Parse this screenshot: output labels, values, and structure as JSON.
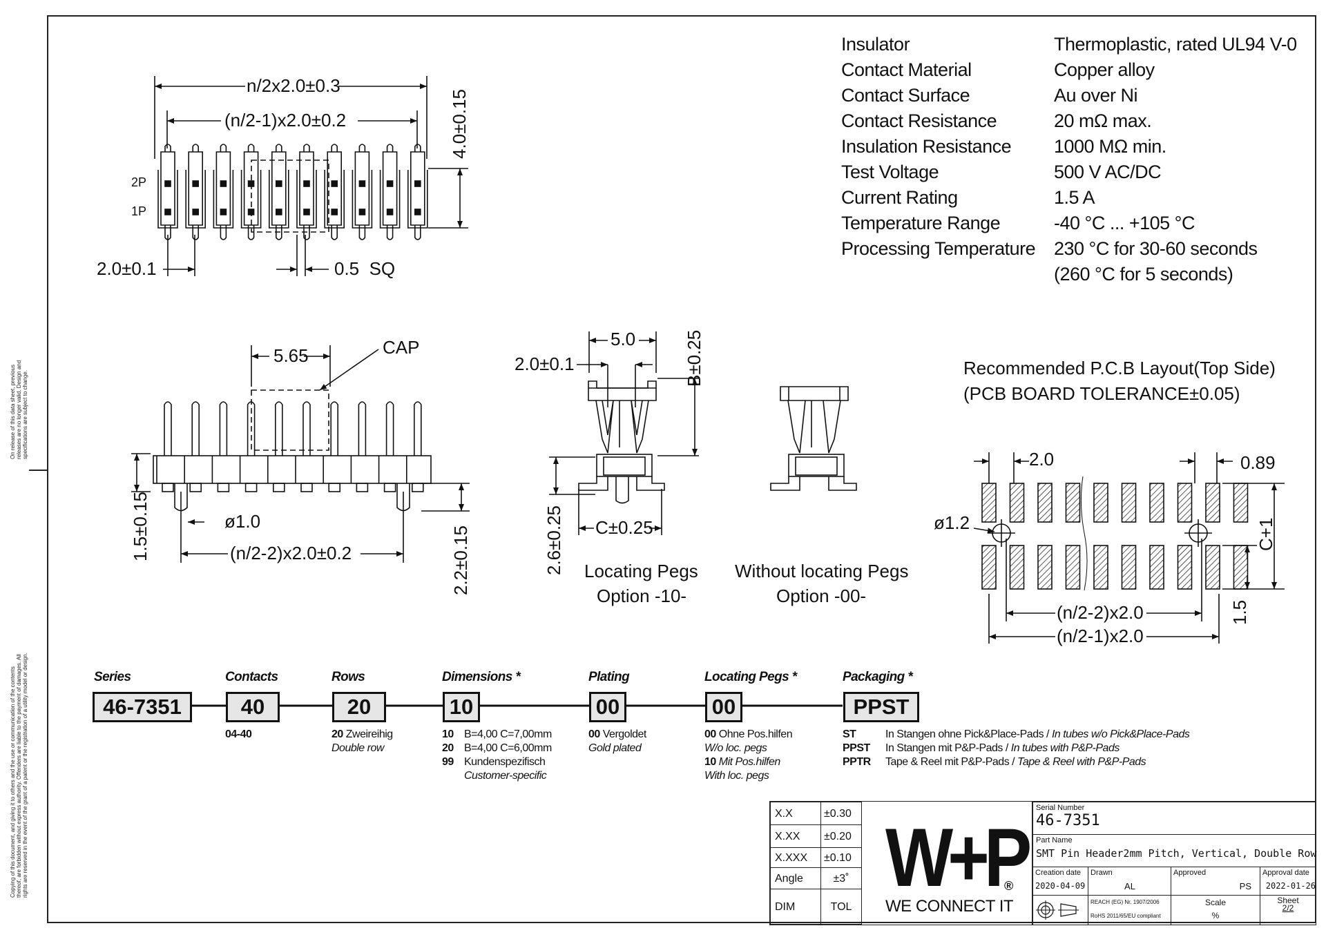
{
  "side_notes": {
    "release": "On release of this data sheet, previous releases are no longer valid. Design and specifications are subject to change.",
    "copyright": "Copying of this document, and giving it to others and the use or communication of the contents thereof, are forbidden without express authority. Offenders are liable to the payment of damages. All rights are reserved in the event of the grant of a patent or the registration of a utility model or design."
  },
  "specs": [
    {
      "key": "Insulator",
      "value": "Thermoplastic, rated UL94 V-0"
    },
    {
      "key": "Contact Material",
      "value": "Copper alloy"
    },
    {
      "key": "Contact Surface",
      "value": "Au over Ni"
    },
    {
      "key": "Contact Resistance",
      "value": "20 mΩ max."
    },
    {
      "key": "Insulation Resistance",
      "value": "1000 MΩ min."
    },
    {
      "key": "Test Voltage",
      "value": "500 V AC/DC"
    },
    {
      "key": "Current Rating",
      "value": "1.5 A"
    },
    {
      "key": "Temperature Range",
      "value": "-40 °C ... +105 °C"
    },
    {
      "key": "Processing Temperature",
      "value": "230 °C for 30-60 seconds"
    },
    {
      "key": "",
      "value": "(260 °C for 5 seconds)"
    }
  ],
  "dims": {
    "top_total": "n/2x2.0±0.3",
    "top_pitch": "(n/2-1)x2.0±0.2",
    "top_height": "4.0±0.15",
    "row2": "2P",
    "row1": "1P",
    "pitch": "2.0±0.1",
    "sq": "0.5  SQ",
    "cap_width": "5.65",
    "cap": "CAP",
    "peg_height": "1.5±0.15",
    "peg_dia": "ø1.0",
    "peg_pitch": "(n/2-2)x2.0±0.2",
    "pin_height": "2.2±0.15",
    "side_width": "5.0",
    "side_pitch": "2.0±0.1",
    "side_b": "B±0.25",
    "side_c": "C±0.25",
    "side_h": "2.6±0.25",
    "opt10_line1": "Locating Pegs",
    "opt10_line2": "Option -10-",
    "opt00_line1": "Without locating Pegs",
    "opt00_line2": "Option -00-",
    "pcb_title1": "Recommended P.C.B Layout(Top Side)",
    "pcb_title2": "(PCB BOARD TOLERANCE±0.05)",
    "pcb_pitch": "2.0",
    "pcb_pad": "0.89",
    "pcb_hole": "ø1.2",
    "pcb_c": "C+1",
    "pcb_15": "1.5",
    "pcb_n2": "(n/2-2)x2.0",
    "pcb_n1": "(n/2-1)x2.0"
  },
  "ordering": {
    "series": {
      "title": "Series",
      "code": "46-7351"
    },
    "contacts": {
      "title": "Contacts",
      "code": "40",
      "opt": "04-40"
    },
    "rows": {
      "title": "Rows",
      "code": "20",
      "opt_code": "20",
      "opt_de": "Zweireihig",
      "opt_en": "Double row"
    },
    "dimensions": {
      "title": "Dimensions *",
      "code": "10",
      "o1c": "10",
      "o1": "B=4,00 C=7,00mm",
      "o2c": "20",
      "o2": "B=4,00 C=6,00mm",
      "o3c": "99",
      "o3": "Kundenspezifisch",
      "o3en": "Customer-specific"
    },
    "plating": {
      "title": "Plating",
      "code": "00",
      "opt_code": "00",
      "opt_de": "Vergoldet",
      "opt_en": "Gold plated"
    },
    "pegs": {
      "title": "Locating Pegs *",
      "code": "00",
      "o1c": "00",
      "o1": "Ohne Pos.hilfen",
      "o1en": "W/o loc. pegs",
      "o2c": "10",
      "o2": "Mit Pos.hilfen",
      "o2en": "With loc. pegs"
    },
    "packaging": {
      "title": "Packaging *",
      "code": "PPST",
      "o1c": "ST",
      "o1": "In Stangen ohne Pick&Place-Pads / ",
      "o1en": "In tubes w/o Pick&Place-Pads",
      "o2c": "PPST",
      "o2": "In Stangen mit P&P-Pads / ",
      "o2en": "In tubes with P&P-Pads",
      "o3c": "PPTR",
      "o3": "Tape & Reel mit P&P-Pads / ",
      "o3en": "Tape & Reel with P&P-Pads"
    }
  },
  "tolerance": [
    {
      "dim": "X.X",
      "tol": "±0.30"
    },
    {
      "dim": "X.XX",
      "tol": "±0.20"
    },
    {
      "dim": "X.XXX",
      "tol": "±0.10"
    },
    {
      "dim": "Angle",
      "tol": "±3˚"
    },
    {
      "dim": "DIM",
      "tol": "TOL"
    }
  ],
  "logo": {
    "mark": "W+P",
    "tagline": "WE CONNECT IT",
    "reg": "®"
  },
  "title_block": {
    "serial_label": "Serial Number",
    "serial": "46-7351",
    "part_label": "Part Name",
    "part": "SMT Pin Header2mm Pitch, Vertical, Double Row",
    "creation_label": "Creation date",
    "creation": "2020-04-09",
    "drawn_label": "Drawn",
    "drawn": "AL",
    "approved_label": "Approved",
    "approved": "PS",
    "approval_label": "Approval date",
    "approval": "2022-01-26",
    "reach": "REACH (EG) Nr. 1907/2006",
    "rohs": "RoHS 2011/65/EU compliant",
    "scale_label": "Scale",
    "scale": "%",
    "sheet_label": "Sheet",
    "sheet": "2/2"
  }
}
